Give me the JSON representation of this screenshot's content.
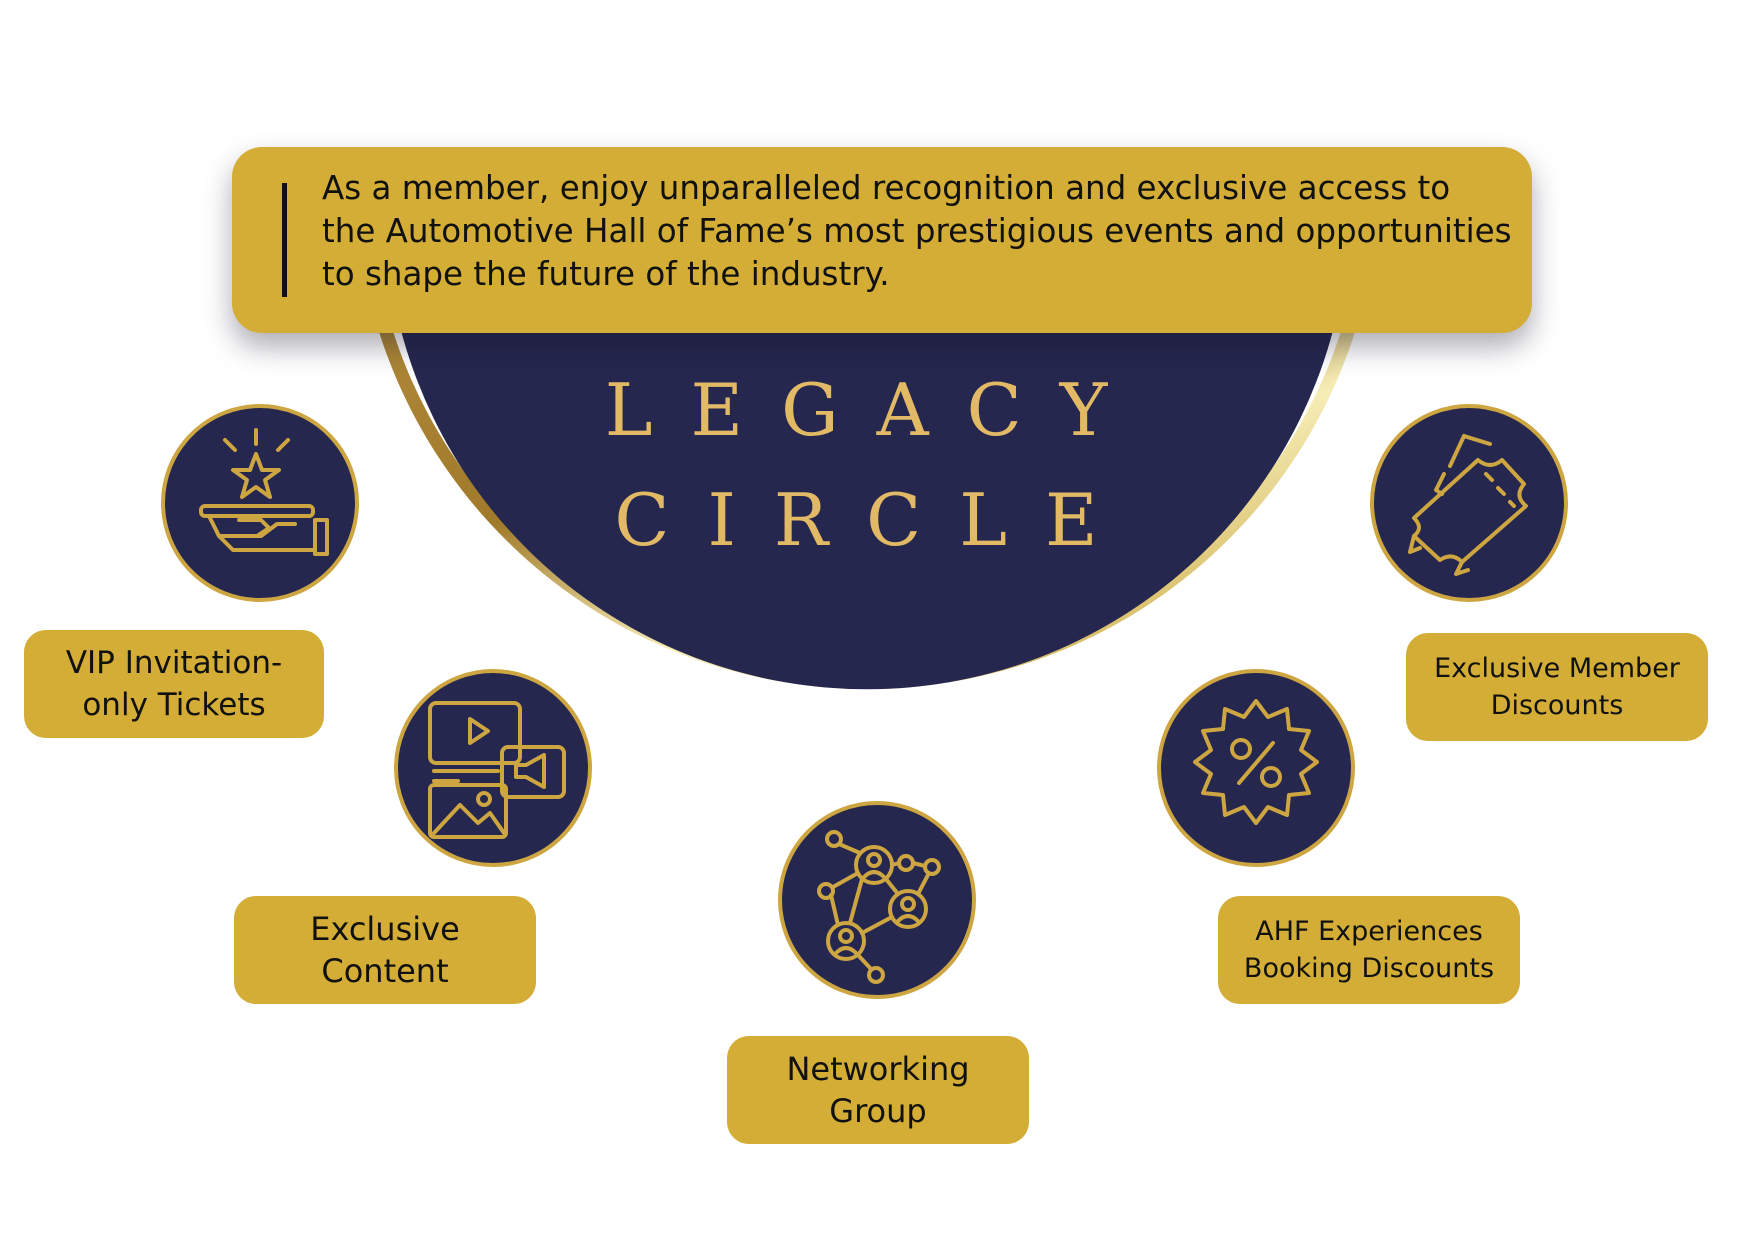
{
  "intro": {
    "text": "As a member, enjoy unparalleled recognition and exclusive access to the Automotive Hall of Fame’s most prestigious events and opportunities to shape the future of the industry."
  },
  "emblem": {
    "title_line1": "LEGACY",
    "title_line2": "CIRCLE"
  },
  "benefits": [
    {
      "id": "vip",
      "label": "VIP Invitation-only Tickets",
      "icon": "hand-star-tray-icon"
    },
    {
      "id": "content",
      "label": "Exclusive Content",
      "icon": "media-content-icon"
    },
    {
      "id": "networking",
      "label": "Networking Group",
      "icon": "network-people-icon"
    },
    {
      "id": "booking",
      "label": "AHF Experiences Booking Discounts",
      "icon": "percent-badge-icon"
    },
    {
      "id": "member",
      "label": "Exclusive Member Discounts",
      "icon": "ticket-icon"
    }
  ],
  "colors": {
    "navy": "#26274f",
    "gold": "#d3ad35",
    "title_gold": "#e2b964"
  }
}
